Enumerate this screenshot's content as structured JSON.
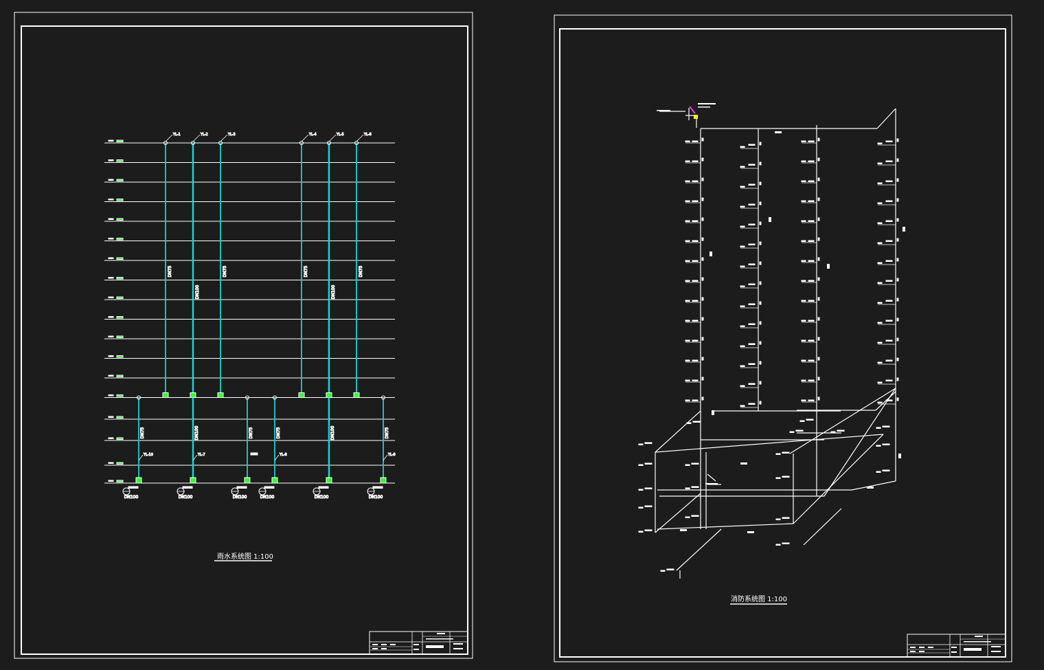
{
  "colors": {
    "background": "#1c1c1c",
    "frame": "#ffffff",
    "riser": "#1fd0d0",
    "label": "#ffff66",
    "fitting": "#33ff33",
    "accent_magenta": "#ff33ff",
    "accent_yellow": "#ffff00"
  },
  "left_sheet": {
    "title": "雨水系统图 1:100",
    "riser_tags_top": [
      "YL-1",
      "YL-2",
      "YL-3",
      "YL-4",
      "YL-5",
      "YL-6"
    ],
    "riser_sizes_upper": [
      "DN75",
      "DN100",
      "DN75",
      "DN75",
      "DN100",
      "DN75"
    ],
    "riser_sizes_lower": [
      "DN75",
      "DN100",
      "DN75",
      "DN75",
      "DN100",
      "DN75"
    ],
    "riser_tags_lower": [
      "YL-10",
      "YL-7",
      "YL-8",
      "YL-9"
    ],
    "outlet_label": "DN100"
  },
  "right_sheet": {
    "title": "消防系统图 1:100"
  }
}
